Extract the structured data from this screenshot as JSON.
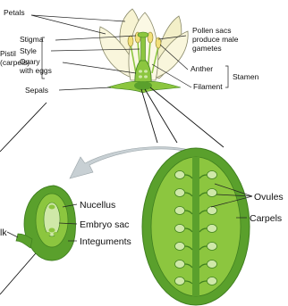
{
  "labels": {
    "petals": "Petals",
    "stigma": "Stigma",
    "style": "Style",
    "ovary_line1": "Ovary",
    "ovary_line2": "with eggs",
    "pistil_line1": "Pistil",
    "pistil_line2": "(carpels)",
    "sepals": "Sepals",
    "pollen_line1": "Pollen sacs",
    "pollen_line2": "produce male",
    "pollen_line3": "gametes",
    "anther": "Anther",
    "filament": "Filament",
    "stamen": "Stamen",
    "ovules": "Ovules",
    "carpels": "Carpels",
    "nucellus": "Nucellus",
    "embryo_sac": "Embryo sac",
    "integuments": "Integuments",
    "stalk_partial": "lk"
  },
  "colors": {
    "petal_fill": "#f7f3d2",
    "petal_stroke": "#8a8a6a",
    "carpel_outer": "#5aa02c",
    "carpel_inner": "#8cc63f",
    "carpel_dark": "#3f7f1f",
    "ovule_fill": "#cfe8a8",
    "anther_fill": "#f2e07a",
    "arrow_fill": "#c8d0d4"
  }
}
